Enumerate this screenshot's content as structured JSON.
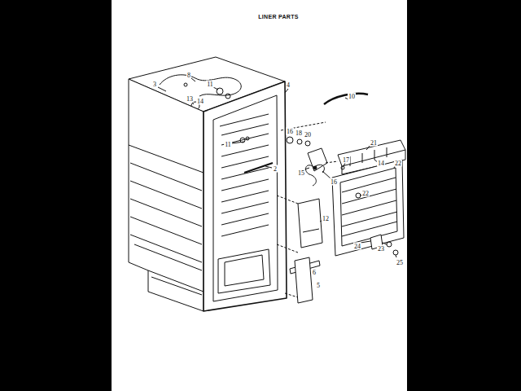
{
  "diagram": {
    "title": "LINER PARTS",
    "labels": [
      "3",
      "8",
      "11",
      "13",
      "14",
      "4",
      "10",
      "11",
      "16",
      "18",
      "20",
      "2",
      "15",
      "16",
      "17",
      "21",
      "14",
      "22",
      "22",
      "12",
      "6",
      "5",
      "24",
      "23",
      "25"
    ]
  }
}
